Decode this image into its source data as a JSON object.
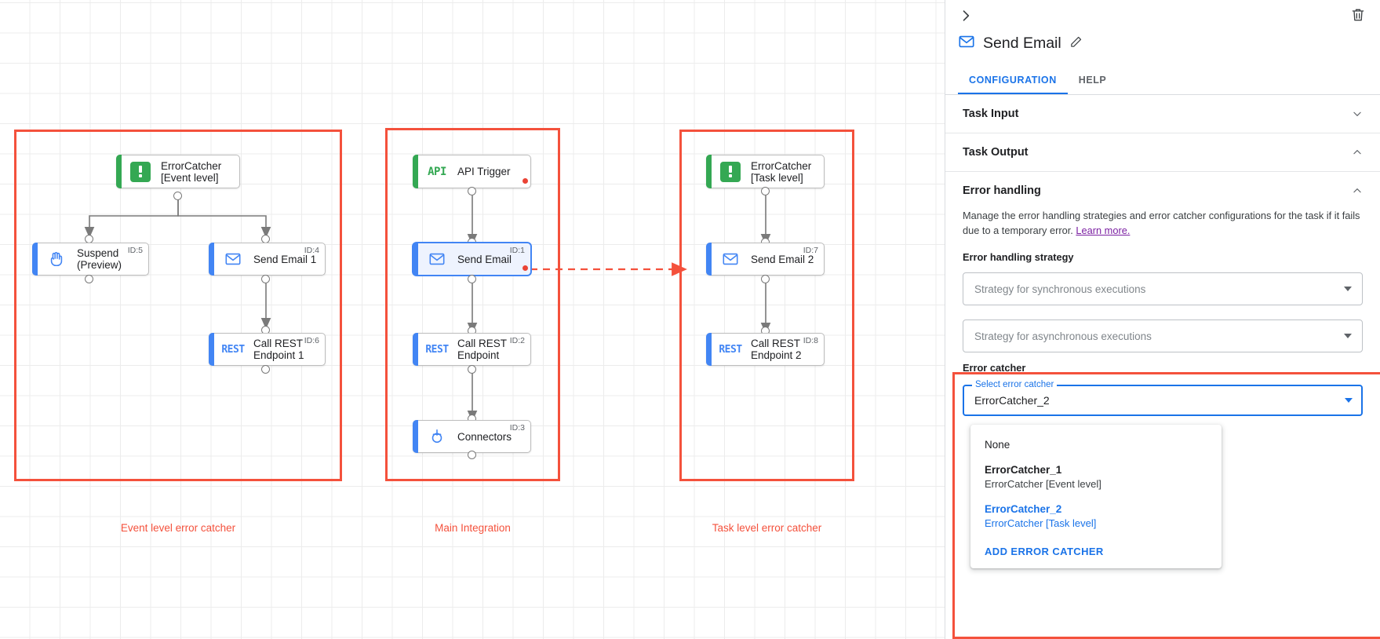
{
  "canvas": {
    "groups": [
      {
        "caption": "Event level error catcher"
      },
      {
        "caption": "Main Integration"
      },
      {
        "caption": "Task level error catcher"
      }
    ],
    "nodes": {
      "ec_event": {
        "label": "ErrorCatcher\n[Event level]",
        "id": "",
        "icon": "error-catcher-icon"
      },
      "suspend": {
        "label": "Suspend\n(Preview)",
        "id": "ID:5",
        "icon": "hand-icon"
      },
      "send_email_1": {
        "label": "Send Email 1",
        "id": "ID:4",
        "icon": "email-icon"
      },
      "call_rest_1": {
        "label": "Call REST\nEndpoint 1",
        "id": "ID:6",
        "icon": "rest-icon"
      },
      "api_trigger": {
        "label": "API Trigger",
        "id": "",
        "icon": "api-icon"
      },
      "send_email": {
        "label": "Send Email",
        "id": "ID:1",
        "icon": "email-icon"
      },
      "call_rest": {
        "label": "Call REST\nEndpoint",
        "id": "ID:2",
        "icon": "rest-icon"
      },
      "connectors": {
        "label": "Connectors",
        "id": "ID:3",
        "icon": "connectors-icon"
      },
      "ec_task": {
        "label": "ErrorCatcher\n[Task level]",
        "id": "",
        "icon": "error-catcher-icon"
      },
      "send_email_2": {
        "label": "Send Email 2",
        "id": "ID:7",
        "icon": "email-icon"
      },
      "call_rest_2": {
        "label": "Call REST\nEndpoint 2",
        "id": "ID:8",
        "icon": "rest-icon"
      }
    },
    "colors": {
      "group_border": "#f4513c",
      "trigger_accent": "#34a853",
      "task_accent": "#4285f4",
      "error_dot": "#ea4335"
    }
  },
  "panel": {
    "back_icon": "chevron-right-icon",
    "delete_icon": "trash-icon",
    "title": "Send Email",
    "title_icon": "email-icon",
    "edit_icon": "pencil-icon",
    "tabs": [
      {
        "label": "CONFIGURATION",
        "active": true
      },
      {
        "label": "HELP",
        "active": false
      }
    ],
    "sections": [
      {
        "title": "Task Input",
        "expanded": false
      },
      {
        "title": "Task Output",
        "expanded": true
      }
    ],
    "error_handling": {
      "title": "Error handling",
      "description": "Manage the error handling strategies and error catcher configurations for the task if it fails due to a temporary error. ",
      "learn_more": "Learn more.",
      "strategy_label": "Error handling strategy",
      "sync_placeholder": "Strategy for synchronous executions",
      "async_placeholder": "Strategy for asynchronous executions",
      "error_catcher_label": "Error catcher",
      "select_floating_label": "Select error catcher",
      "selected_value": "ErrorCatcher_2",
      "options": [
        {
          "primary": "None",
          "secondary": "",
          "selected": false
        },
        {
          "primary": "ErrorCatcher_1",
          "secondary": "ErrorCatcher [Event level]",
          "selected": false
        },
        {
          "primary": "ErrorCatcher_2",
          "secondary": "ErrorCatcher [Task level]",
          "selected": true
        }
      ],
      "add_action": "ADD ERROR CATCHER"
    }
  }
}
